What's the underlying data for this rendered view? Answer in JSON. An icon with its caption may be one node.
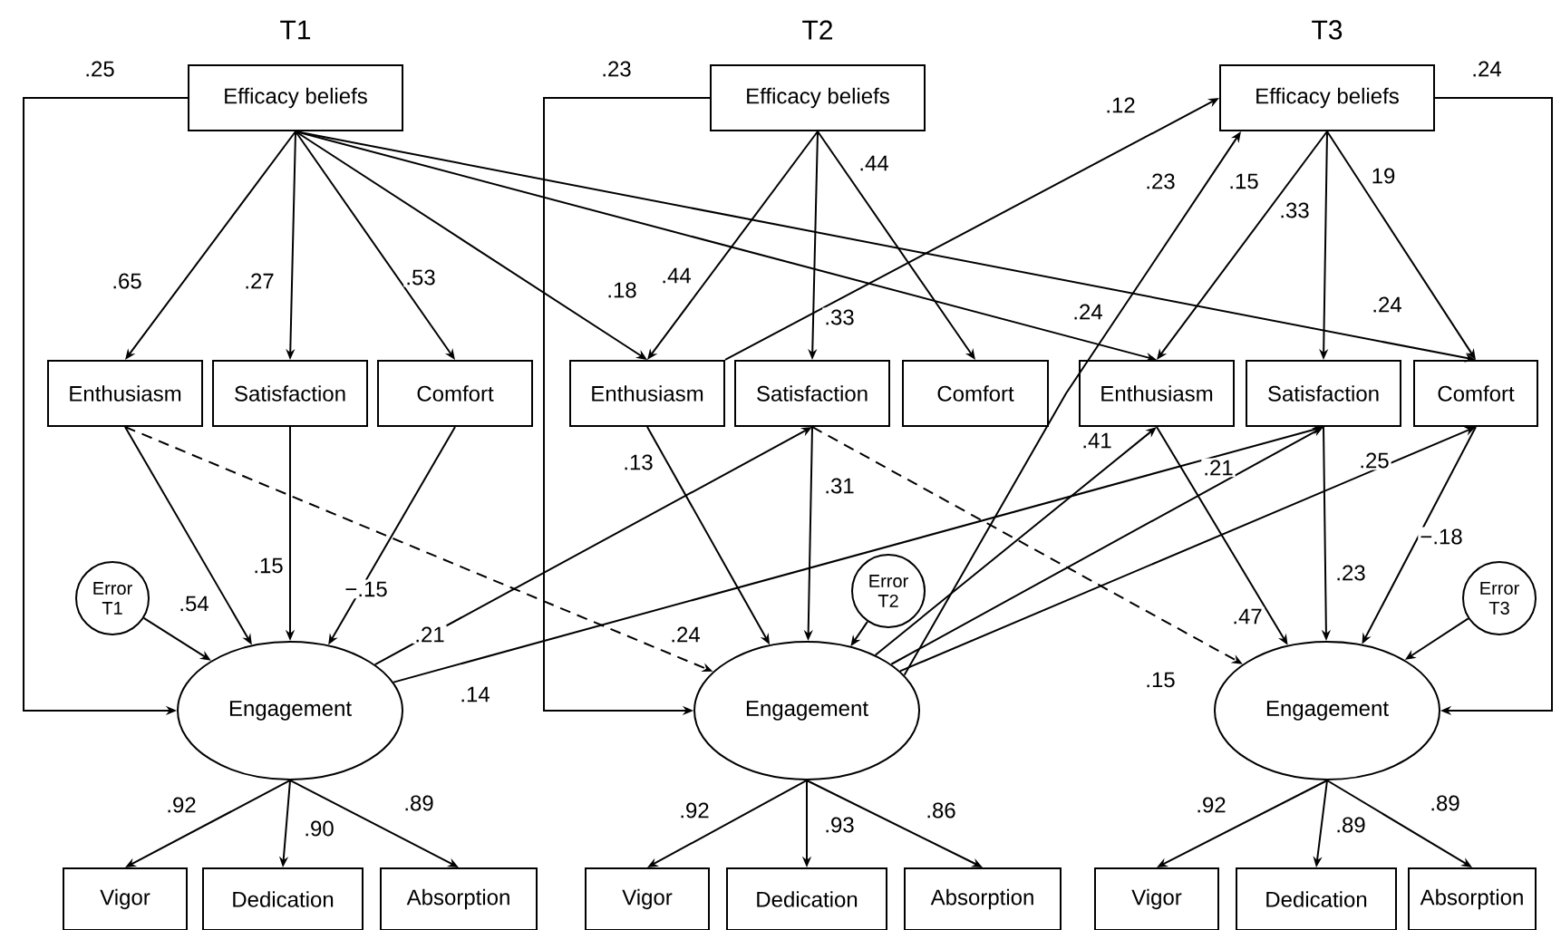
{
  "diagram": {
    "nodes": [
      {
        "text": [
          "Efficacy beliefs"
        ],
        "beside": [
          "T1"
        ]
      },
      {
        "text": [
          "Enthusiasm"
        ]
      },
      {
        "text": [
          "Satisfaction"
        ]
      },
      {
        "text": [
          "Comfort"
        ]
      },
      {
        "text": [
          "Error T1"
        ]
      },
      {
        "text": [
          "Engagement"
        ]
      },
      {
        "text": [
          "Vigor"
        ]
      },
      {
        "text": [
          "Dedication"
        ]
      },
      {
        "text": [
          "Absorption"
        ]
      },
      {
        "text": [
          "Efficacy beliefs"
        ],
        "beside": [
          "T2"
        ]
      },
      {
        "text": [
          "Enthusiasm"
        ]
      },
      {
        "text": [
          "Satisfaction"
        ]
      },
      {
        "text": [
          "Comfort"
        ]
      },
      {
        "text": [
          "Error T2"
        ]
      },
      {
        "text": [
          "Engagement"
        ]
      },
      {
        "text": [
          "Vigor"
        ]
      },
      {
        "text": [
          "Dedication"
        ]
      },
      {
        "text": [
          "Absorption"
        ]
      },
      {
        "text": [
          "Efficacy beliefs"
        ],
        "beside": [
          "T3"
        ]
      },
      {
        "text": [
          "Enthusiasm"
        ]
      },
      {
        "text": [
          "Satisfaction"
        ]
      },
      {
        "text": [
          "Comfort"
        ]
      },
      {
        "text": [
          "Error T3"
        ]
      },
      {
        "text": [
          "Engagement"
        ]
      },
      {
        "text": [
          "Vigor"
        ]
      },
      {
        "text": [
          "Dedication"
        ]
      },
      {
        "text": [
          "Absorption"
        ]
      }
    ],
    "edges": [
      {
        "from": 0,
        "to": 1,
        "arrow": "to",
        "label": ".65"
      },
      {
        "from": 0,
        "to": 2,
        "arrow": "to",
        "label": ".27"
      },
      {
        "from": 0,
        "to": 3,
        "arrow": "to",
        "label": ".53"
      },
      {
        "from": 0,
        "to": 5,
        "arrow": "to",
        "label": ".25"
      },
      {
        "from": 1,
        "to": 5,
        "arrow": "to",
        "label": ".54"
      },
      {
        "from": 2,
        "to": 5,
        "arrow": "to",
        "label": ".15"
      },
      {
        "from": 3,
        "to": 5,
        "arrow": "to",
        "label": "−.15"
      },
      {
        "from": 4,
        "to": 5,
        "arrow": "to"
      },
      {
        "from": 5,
        "to": 6,
        "arrow": "to",
        "label": ".92"
      },
      {
        "from": 5,
        "to": 7,
        "arrow": "to",
        "label": ".90"
      },
      {
        "from": 5,
        "to": 8,
        "arrow": "to",
        "label": ".89"
      },
      {
        "from": 9,
        "to": 10,
        "arrow": "to",
        "label": ".44"
      },
      {
        "from": 9,
        "to": 11,
        "arrow": "to",
        "label": ".33"
      },
      {
        "from": 9,
        "to": 12,
        "arrow": "to",
        "label": ".44"
      },
      {
        "from": 9,
        "to": 14,
        "arrow": "to",
        "label": ".23"
      },
      {
        "from": 10,
        "to": 14,
        "arrow": "to",
        "label": ".13"
      },
      {
        "from": 11,
        "to": 14,
        "arrow": "to",
        "label": ".31"
      },
      {
        "from": 13,
        "to": 14,
        "arrow": "to"
      },
      {
        "from": 14,
        "to": 15,
        "arrow": "to",
        "label": ".92"
      },
      {
        "from": 14,
        "to": 16,
        "arrow": "to",
        "label": ".93"
      },
      {
        "from": 14,
        "to": 17,
        "arrow": "to",
        "label": ".86"
      },
      {
        "from": 18,
        "to": 19,
        "arrow": "to",
        "label": ".15"
      },
      {
        "from": 18,
        "to": 20,
        "arrow": "to",
        "label": ".33"
      },
      {
        "from": 18,
        "to": 21,
        "arrow": "to",
        "label": "19"
      },
      {
        "from": 18,
        "to": 23,
        "arrow": "to",
        "label": ".24"
      },
      {
        "from": 19,
        "to": 23,
        "arrow": "to",
        "label": ".47"
      },
      {
        "from": 20,
        "to": 23,
        "arrow": "to",
        "label": ".23"
      },
      {
        "from": 21,
        "to": 23,
        "arrow": "to",
        "label": "−.18"
      },
      {
        "from": 22,
        "to": 23,
        "arrow": "to"
      },
      {
        "from": 23,
        "to": 24,
        "arrow": "to",
        "label": ".92"
      },
      {
        "from": 23,
        "to": 25,
        "arrow": "to",
        "label": ".89"
      },
      {
        "from": 23,
        "to": 26,
        "arrow": "to",
        "label": ".89"
      },
      {
        "from": 0,
        "to": 10,
        "arrow": "to",
        "label": ".18"
      },
      {
        "from": 0,
        "to": 19,
        "arrow": "to",
        "label": ".24"
      },
      {
        "from": 0,
        "to": 21,
        "arrow": "to",
        "label": ".24"
      },
      {
        "from": 1,
        "to": 14,
        "arrow": "to",
        "label": ".24",
        "style": "dashed"
      },
      {
        "from": 5,
        "to": 11,
        "arrow": "to",
        "label": ".21"
      },
      {
        "from": 5,
        "to": 20,
        "arrow": "to",
        "label": ".14"
      },
      {
        "from": 10,
        "to": 18,
        "arrow": "to",
        "label": ".12"
      },
      {
        "from": 14,
        "to": 18,
        "arrow": "to",
        "label": ".23"
      },
      {
        "from": 14,
        "to": 19,
        "arrow": "to",
        "label": ".41"
      },
      {
        "from": 14,
        "to": 20,
        "arrow": "to",
        "label": ".21"
      },
      {
        "from": 14,
        "to": 21,
        "arrow": "to",
        "label": ".25"
      },
      {
        "from": 11,
        "to": 23,
        "arrow": "to",
        "label": ".15",
        "style": "dashed"
      }
    ]
  }
}
